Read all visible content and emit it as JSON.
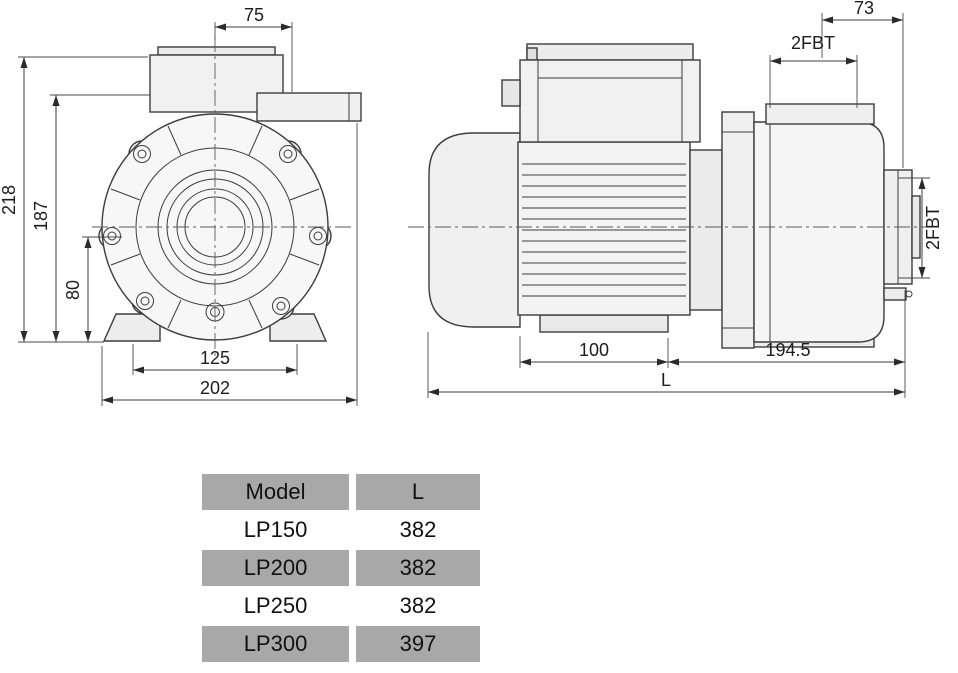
{
  "front_view": {
    "dim_top_width": "75",
    "dim_total_height": "218",
    "dim_height_to_port": "187",
    "dim_center_to_base": "80",
    "dim_foot_spacing": "125",
    "dim_overall_width": "202"
  },
  "side_view": {
    "dim_port_offset": "73",
    "dim_top_port": "2FBT",
    "dim_side_port": "2FBT",
    "dim_motor_section": "100",
    "dim_pump_section": "194.5",
    "dim_overall_length": "L"
  },
  "table": {
    "headers": {
      "model": "Model",
      "length": "L"
    },
    "rows": [
      {
        "model": "LP150",
        "length": "382"
      },
      {
        "model": "LP200",
        "length": "382"
      },
      {
        "model": "LP250",
        "length": "382"
      },
      {
        "model": "LP300",
        "length": "397"
      }
    ]
  },
  "colors": {
    "line": "#3c3c3c",
    "fill": "#f2f2f2",
    "table_gray": "#a8a8a8"
  }
}
